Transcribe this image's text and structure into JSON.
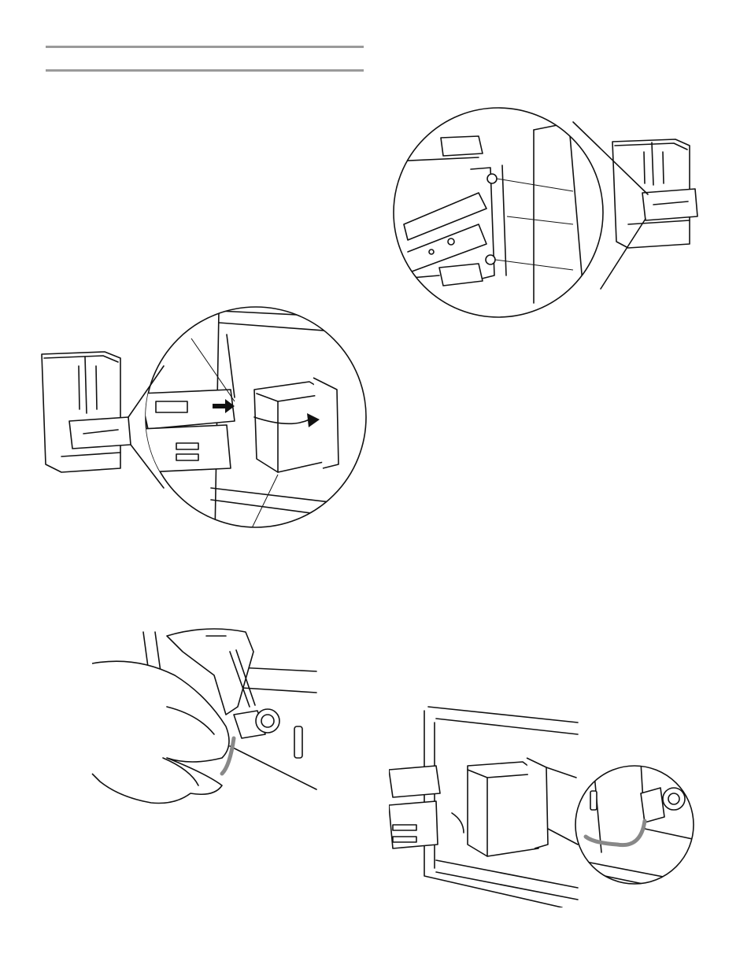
{
  "page": {
    "figures": [
      {
        "name": "fridge-drawer-lower-left-detail",
        "icon": "refrigerator-icon"
      },
      {
        "name": "fridge-drawer-upper-right-detail",
        "icon": "refrigerator-icon"
      },
      {
        "name": "hand-disconnect-wiring",
        "icon": "hand-icon"
      },
      {
        "name": "drawer-control-box-wiring",
        "icon": "wire-connector-icon"
      }
    ]
  }
}
